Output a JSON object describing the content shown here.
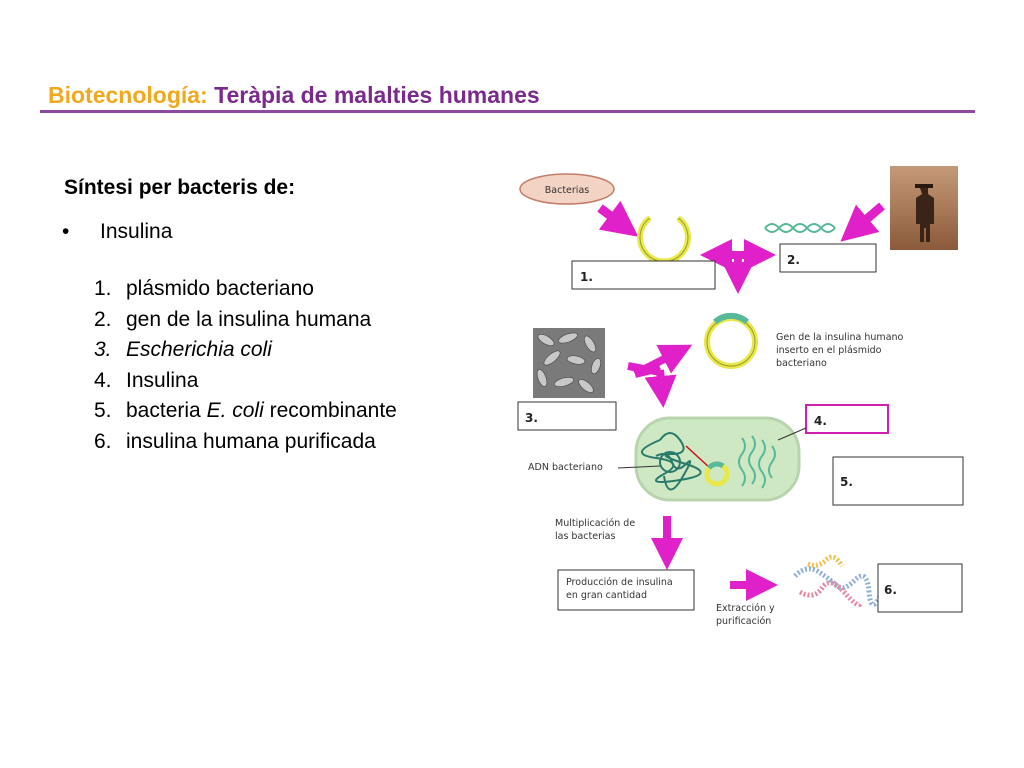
{
  "header": {
    "title_part1": "Biotecnología:",
    "title_part2": "Teràpia de malalties humanes"
  },
  "content": {
    "subtitle": "Síntesi per bacteris de:",
    "bullet": "Insulina",
    "steps": [
      {
        "num": "1.",
        "text": "plásmido bacteriano"
      },
      {
        "num": "2.",
        "text": "gen de la insulina humana"
      },
      {
        "num": "3.",
        "text": "Escherichia coli"
      },
      {
        "num": "4.",
        "text": "Insulina"
      },
      {
        "num": "5.",
        "text_before": "bacteria",
        "text_italic": "E. coli",
        "text_after": "recombinante"
      },
      {
        "num": "6.",
        "text": "insulina humana purificada"
      }
    ]
  },
  "diagram": {
    "bacterias_label": "Bacterias",
    "box_labels": [
      "1.",
      "2.",
      "3.",
      "4.",
      "5.",
      "6."
    ],
    "gene_caption": [
      "Gen de la insulina humano",
      "inserto en el plásmido",
      "bacteriano"
    ],
    "adn_label": "ADN bacteriano",
    "multiplication_caption": [
      "Multiplicación de",
      "las bacterias"
    ],
    "production_caption": [
      "Producción de insulina",
      "en gran cantidad"
    ],
    "extraction_caption": [
      "Extracción y",
      "purificación"
    ]
  },
  "colors": {
    "title_accent": "#f0a81c",
    "title_main": "#7a2a8c",
    "rule": "#8d4ba0",
    "arrow_magenta": "#e020c8",
    "plasmid_yellow": "#e8e84a",
    "cell_green": "#cfe8c4",
    "bacterias_fill": "#f3d3c3"
  }
}
